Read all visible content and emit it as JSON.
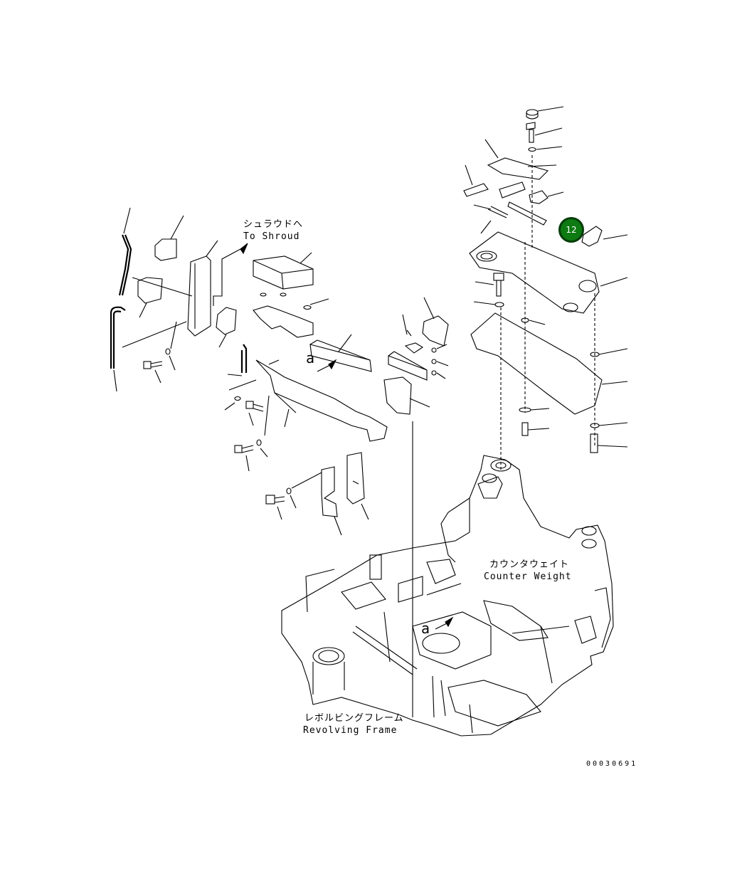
{
  "labels": {
    "shroud_jp": "シュラウドへ",
    "shroud_en": "To Shroud",
    "counterweight_jp": "カウンタウェイト",
    "counterweight_en": "Counter Weight",
    "frame_jp": "レボルビングフレーム",
    "frame_en": "Revolving Frame",
    "ref_a_1": "a",
    "ref_a_2": "a"
  },
  "callout": {
    "number": "12",
    "color": "#0d7a12"
  },
  "document_number": "00030691"
}
